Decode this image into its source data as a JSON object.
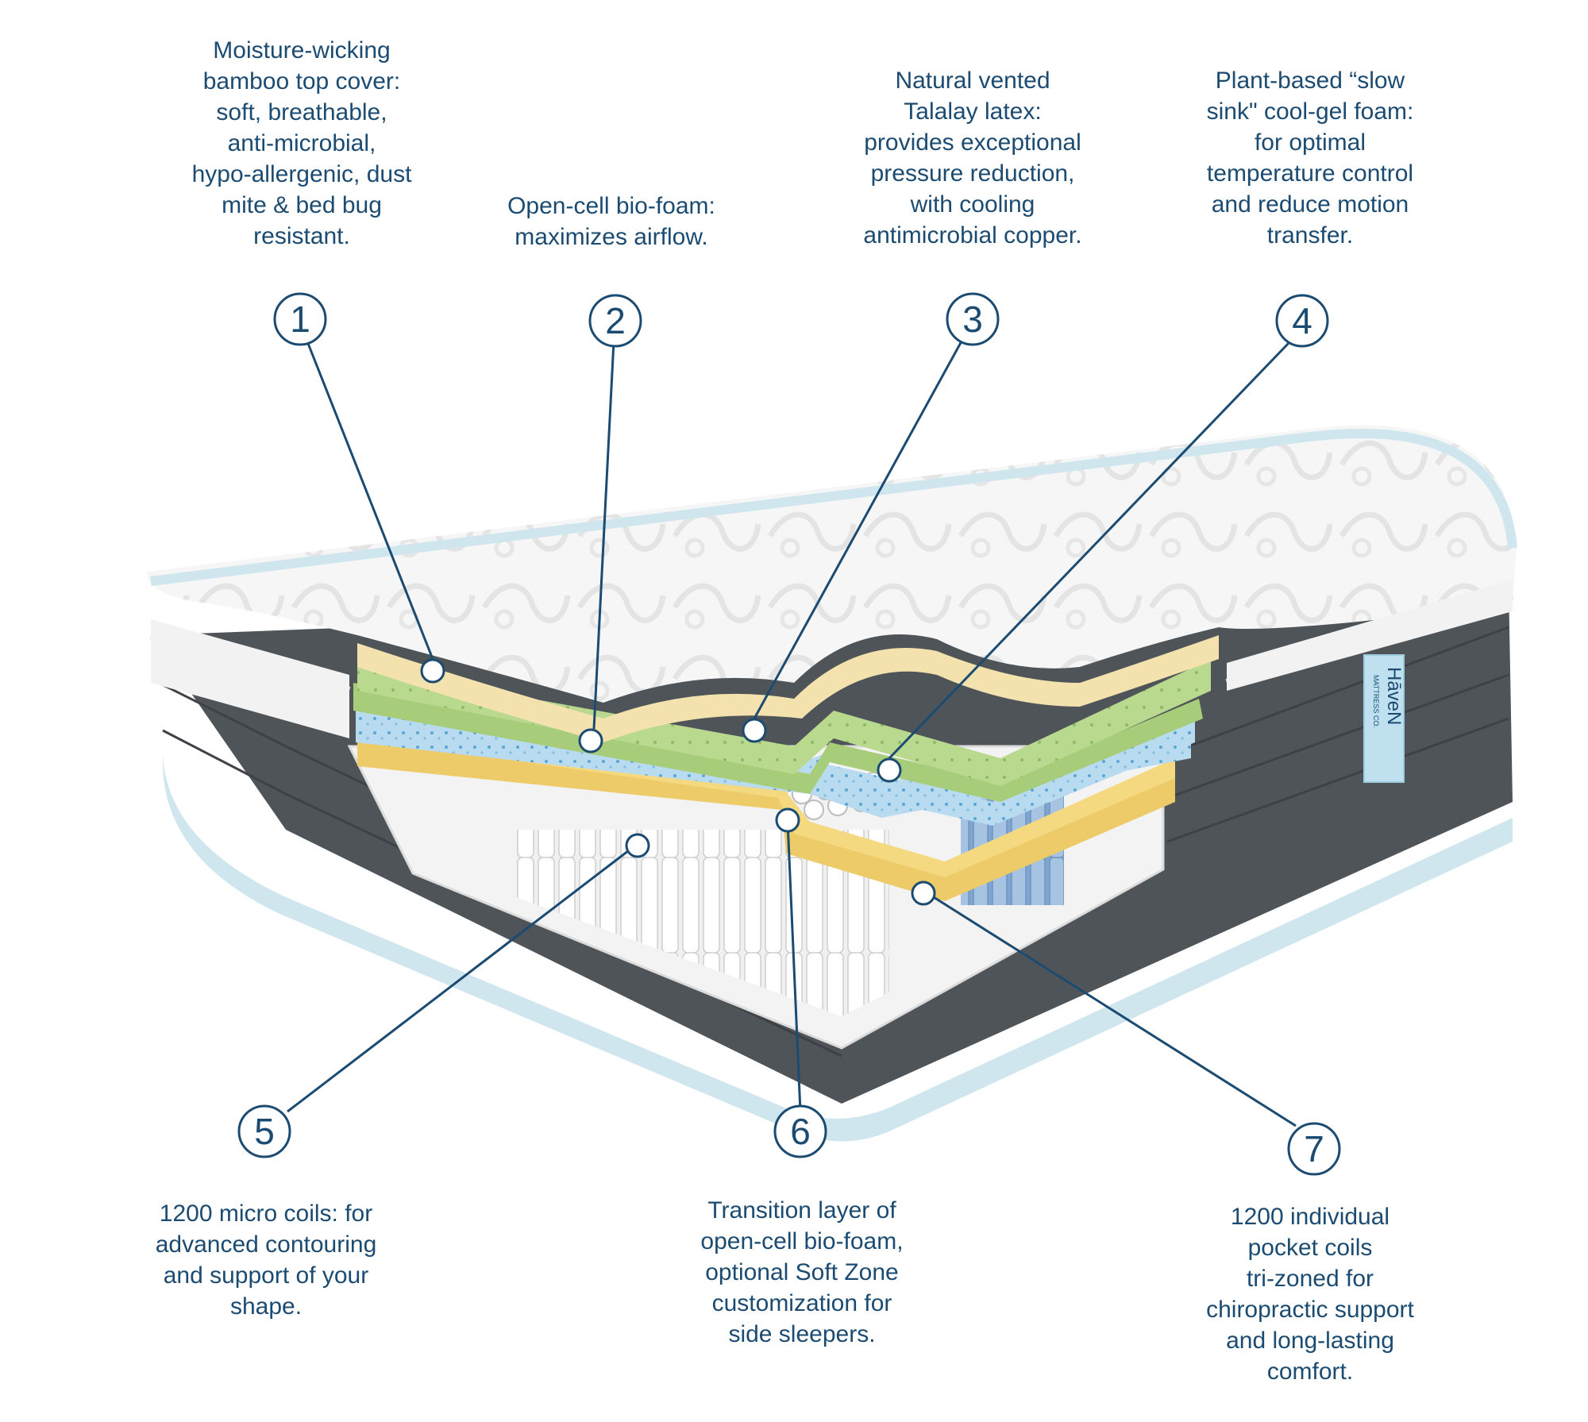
{
  "colors": {
    "accent": "#1c4b72",
    "cover": "#f4f4f4",
    "side_panel": "#555a5f",
    "trim": "#cfe6ee",
    "latex": "#b9d98e",
    "foam": "#f5e6b3",
    "gel_foam": "#a9d2ea",
    "transition_foam": "#eccb68",
    "coil_white": "#eeeeee",
    "coil_blue": "#8fb3d6"
  },
  "brand": {
    "name": "HāveN",
    "sub": "MATTRESS CO."
  },
  "callouts": [
    {
      "number": "1",
      "text": "Moisture-wicking\nbamboo top cover:\nsoft, breathable,\nanti-microbial,\nhypo-allergenic, dust\nmite & bed bug\nresistant."
    },
    {
      "number": "2",
      "text": "Open-cell bio-foam:\nmaximizes airflow."
    },
    {
      "number": "3",
      "text": "Natural vented\nTalalay latex:\nprovides exceptional\npressure reduction,\nwith cooling\nantimicrobial copper."
    },
    {
      "number": "4",
      "text": "Plant-based “slow\nsink\" cool-gel foam:\nfor optimal\ntemperature control\nand reduce motion\ntransfer."
    },
    {
      "number": "5",
      "text": "1200 micro coils: for\nadvanced contouring\nand support of your\nshape."
    },
    {
      "number": "6",
      "text": "Transition layer of\nopen-cell bio-foam,\noptional Soft Zone\ncustomization for\nside sleepers."
    },
    {
      "number": "7",
      "text": "1200 individual\npocket coils\ntri-zoned for\nchiropractic support\nand long-lasting\ncomfort."
    }
  ]
}
